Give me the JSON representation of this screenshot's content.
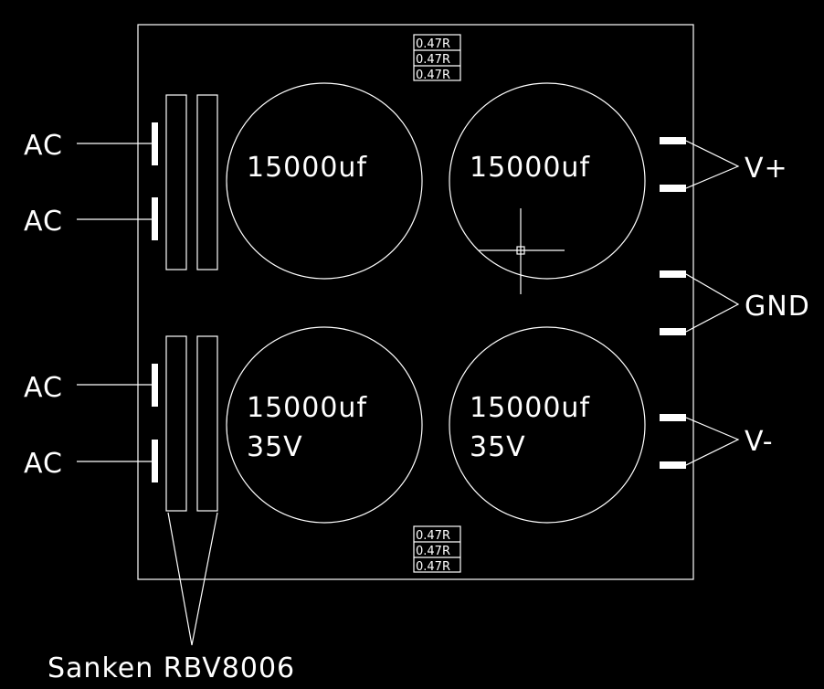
{
  "board": {
    "resistors_top": [
      "0.47R",
      "0.47R",
      "0.47R"
    ],
    "resistors_bottom": [
      "0.47R",
      "0.47R",
      "0.47R"
    ],
    "capacitors": [
      {
        "value": "15000uf",
        "voltage": ""
      },
      {
        "value": "15000uf",
        "voltage": ""
      },
      {
        "value": "15000uf",
        "voltage": "35V"
      },
      {
        "value": "15000uf",
        "voltage": "35V"
      }
    ]
  },
  "labels": {
    "ac": [
      "AC",
      "AC",
      "AC",
      "AC"
    ],
    "v_plus": "V+",
    "gnd": "GND",
    "v_minus": "V-",
    "bridge": "Sanken RBV8006"
  }
}
